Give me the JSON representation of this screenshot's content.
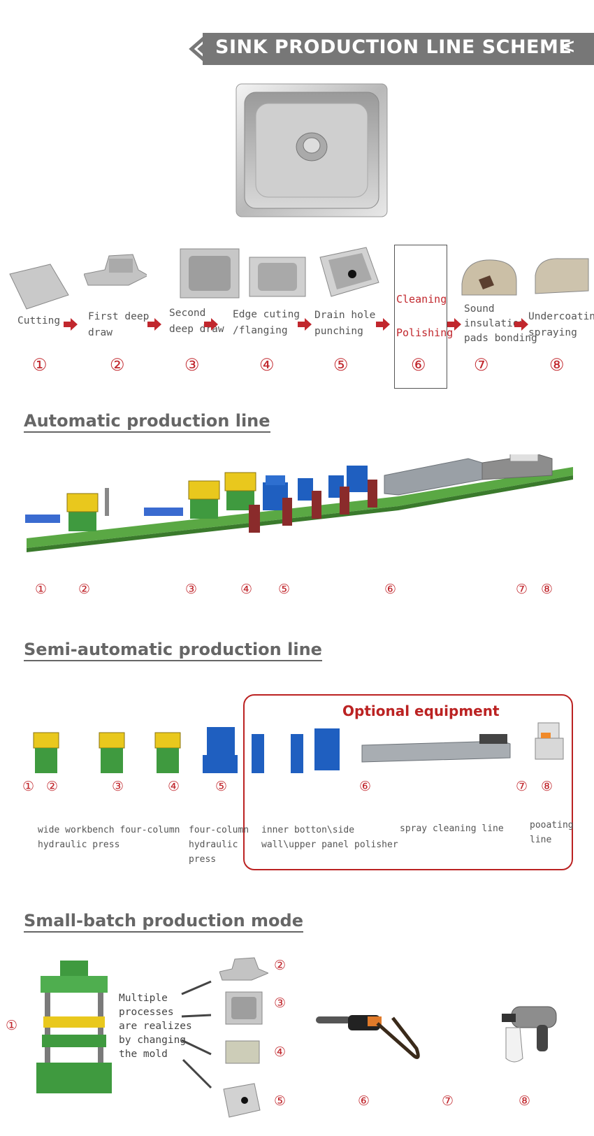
{
  "banner": {
    "title": "SINK PRODUCTION LINE SCHEME",
    "suffix": "<"
  },
  "steps": [
    {
      "num": "①",
      "label": "Cutting"
    },
    {
      "num": "②",
      "label_1": "First deep",
      "label_2": "draw"
    },
    {
      "num": "③",
      "label_1": "Second",
      "label_2": "deep draw"
    },
    {
      "num": "④",
      "label_1": "Edge cuting",
      "label_2": "/flanging"
    },
    {
      "num": "⑤",
      "label_1": "Drain hole",
      "label_2": "punching"
    },
    {
      "num": "⑥",
      "label_1": "Cleaning",
      "label_2": "Polishing"
    },
    {
      "num": "⑦",
      "label_1": "Sound",
      "label_2": "insulation",
      "label_3": "pads bonding"
    },
    {
      "num": "⑧",
      "label_1": "Undercoating",
      "label_2": "spraying"
    }
  ],
  "auto": {
    "title": "Automatic production line",
    "nums": [
      "①",
      "②",
      "③",
      "④",
      "⑤",
      "⑥",
      "⑦",
      "⑧"
    ]
  },
  "semi": {
    "title": "Semi-automatic production line",
    "optional": "Optional equipment",
    "nums": [
      "①",
      "②",
      "③",
      "④",
      "⑤",
      "⑥",
      "⑦",
      "⑧"
    ],
    "cap1_l1": "wide workbench four-column",
    "cap1_l2": "hydraulic press",
    "cap2_l1": "four-column",
    "cap2_l2": "hydraulic",
    "cap2_l3": "press",
    "cap3_l1": "inner botton\\side",
    "cap3_l2": "wall\\upper panel polisher",
    "cap4": "spray cleaning line",
    "cap5_l1": "pooating",
    "cap5_l2": "line"
  },
  "small": {
    "title": "Small-batch production mode",
    "note": [
      "Multiple",
      "processes",
      "are realizes",
      "by changing",
      "the mold"
    ],
    "nums": [
      "①",
      "②",
      "③",
      "④",
      "⑤",
      "⑥",
      "⑦",
      "⑧"
    ]
  },
  "colors": {
    "accent_red": "#c1272d",
    "banner_gray": "#777777",
    "press_yellow": "#e9c81d",
    "press_green": "#3f9a3f",
    "press_blue": "#1f5fc0"
  }
}
